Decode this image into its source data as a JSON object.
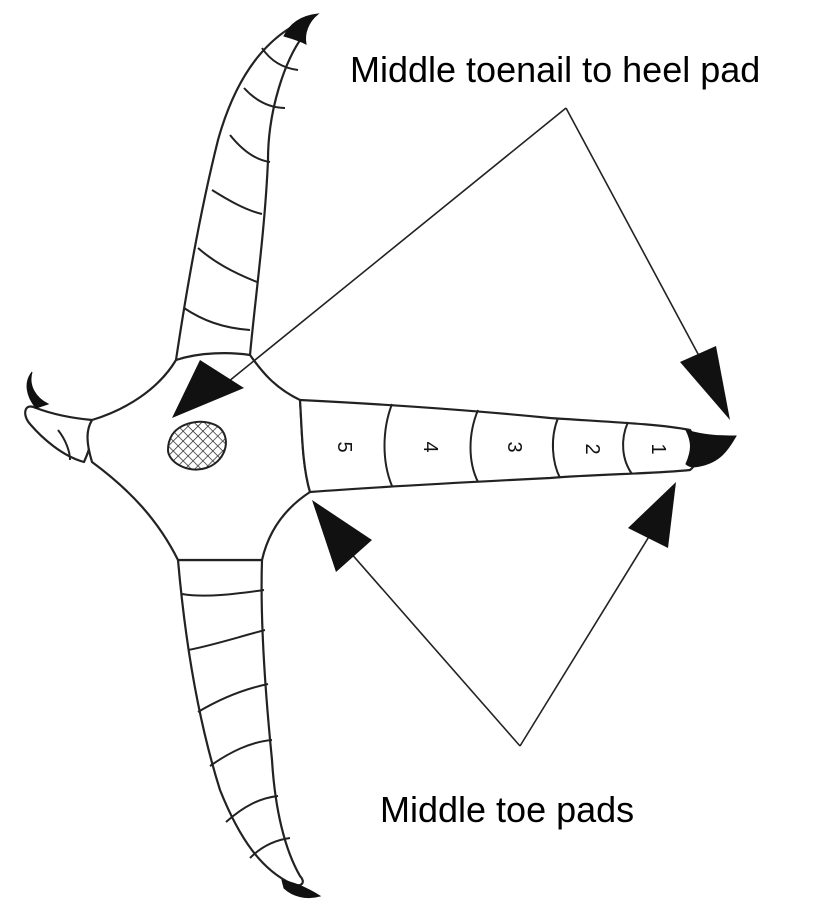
{
  "labels": {
    "top": "Middle toenail to heel pad",
    "bottom": "Middle toe pads"
  },
  "pad_numbers": [
    "5",
    "4",
    "3",
    "2",
    "1"
  ],
  "colors": {
    "ink": "#111111",
    "paper": "#ffffff"
  },
  "icons": {
    "heel_pad": "crosshatch-pattern",
    "arrows": "triangle-arrowhead"
  }
}
